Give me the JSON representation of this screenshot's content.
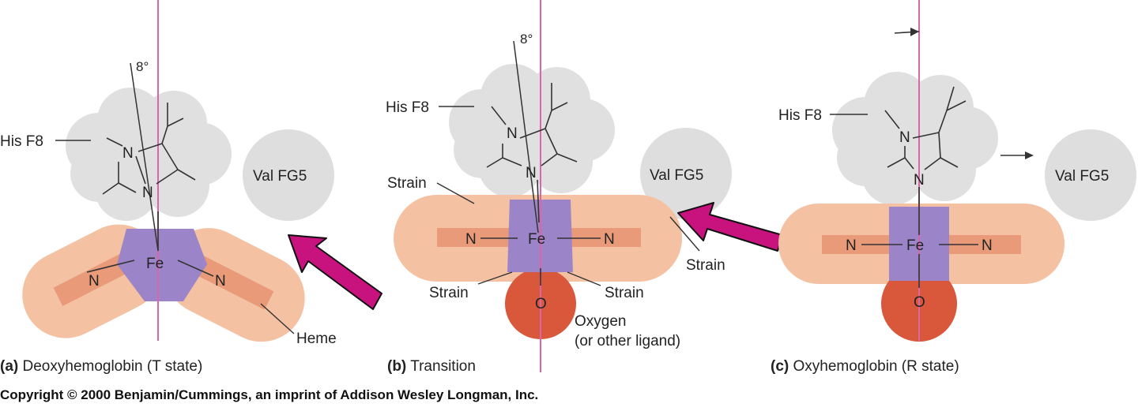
{
  "panels": {
    "a": {
      "letter": "(a)",
      "caption": "Deoxyhemoglobin (T state)",
      "his_label": "His F8",
      "val_label": "Val FG5",
      "heme_label": "Heme",
      "angle_label": "8°",
      "atom_fe": "Fe",
      "atom_n": "N"
    },
    "b": {
      "letter": "(b)",
      "caption": "Transition",
      "his_label": "His F8",
      "val_label": "Val FG5",
      "strain_label": "Strain",
      "oxygen_label": "Oxygen",
      "ligand_label": "(or other ligand)",
      "angle_label": "8°",
      "atom_fe": "Fe",
      "atom_n": "N",
      "atom_o": "O"
    },
    "c": {
      "letter": "(c)",
      "caption": "Oxyhemoglobin (R state)",
      "his_label": "His F8",
      "val_label": "Val FG5",
      "atom_fe": "Fe",
      "atom_n": "N",
      "atom_o": "O"
    }
  },
  "copyright": "Copyright © 2000 Benjamin/Cummings, an imprint of Addison Wesley Longman, Inc.",
  "colors": {
    "heme": "#f4c1a2",
    "heme_band": "#e99a78",
    "fe_block": "#9b85c8",
    "histidine": "#e0e0e0",
    "val": "#dedede",
    "oxygen": "#d9583c",
    "axis": "#d966a8",
    "arrow": "#c8127e"
  }
}
